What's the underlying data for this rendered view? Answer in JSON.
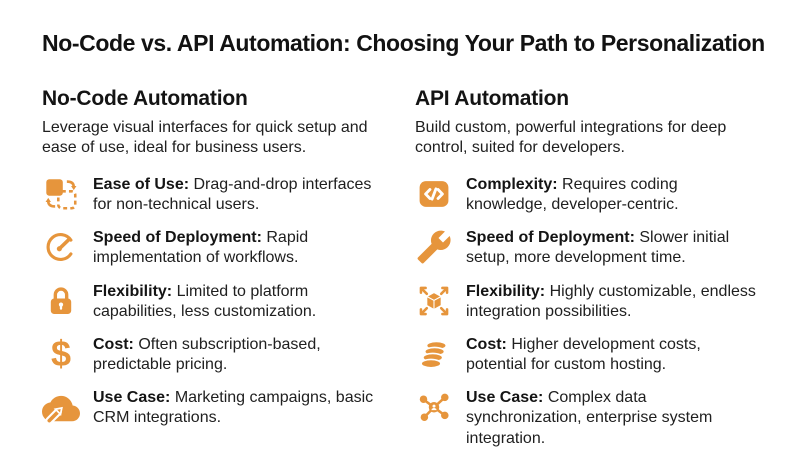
{
  "accent_color": "#E6953C",
  "text_color": "#1a1a1a",
  "title": "No-Code vs. API Automation: Choosing Your Path to Personalization",
  "columns": [
    {
      "heading": "No-Code Automation",
      "description": "Leverage visual interfaces for quick setup and ease of use, ideal for business users.",
      "items": [
        {
          "icon": "drag-drop-icon",
          "label": "Ease of Use:",
          "text": "Drag-and-drop interfaces for non-technical users."
        },
        {
          "icon": "speedometer-icon",
          "label": "Speed of Deployment:",
          "text": "Rapid implementation of workflows."
        },
        {
          "icon": "lock-icon",
          "label": "Flexibility:",
          "text": "Limited to platform capabilities, less customization."
        },
        {
          "icon": "dollar-sign-icon",
          "label": "Cost:",
          "text": "Often subscription-based, predictable pricing."
        },
        {
          "icon": "cloud-arrow-icon",
          "label": "Use Case:",
          "text": "Marketing campaigns, basic CRM integrations."
        }
      ]
    },
    {
      "heading": "API Automation",
      "description": "Build custom, powerful integrations for deep control, suited for developers.",
      "items": [
        {
          "icon": "code-brackets-icon",
          "label": "Complexity:",
          "text": "Requires coding knowledge, developer-centric."
        },
        {
          "icon": "wrench-icon",
          "label": "Speed of Deployment:",
          "text": "Slower initial setup, more development time."
        },
        {
          "icon": "cube-arrows-icon",
          "label": "Flexibility:",
          "text": "Highly customizable, endless integration possibilities."
        },
        {
          "icon": "coins-stack-icon",
          "label": "Cost:",
          "text": "Higher development costs, potential for custom hosting."
        },
        {
          "icon": "network-nodes-icon",
          "label": "Use Case:",
          "text": "Complex data synchronization, enterprise system integration."
        }
      ]
    }
  ],
  "dollar_glyph": "$"
}
